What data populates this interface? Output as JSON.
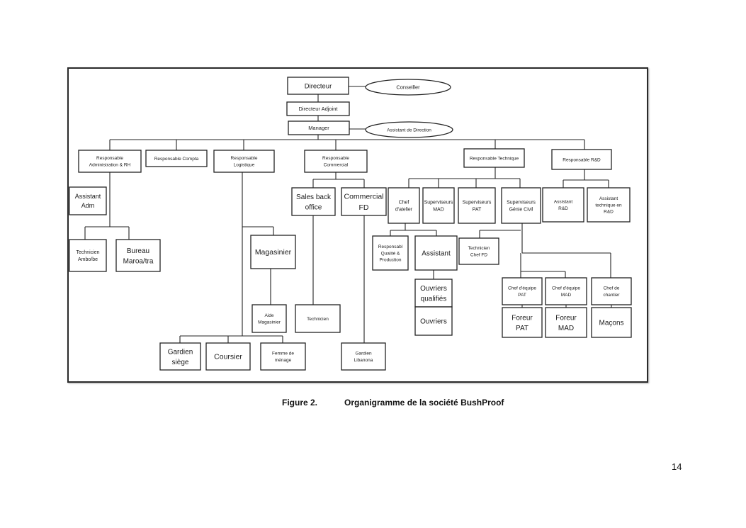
{
  "figure": {
    "label": "Figure 2.",
    "caption": "Organigramme de la société BushProof"
  },
  "page_number": "14",
  "orgchart": {
    "nodes": {
      "directeur": [
        "Directeur"
      ],
      "conseiller": [
        "Conseiller"
      ],
      "directeur_adjoint": [
        "Directeur Adjoint"
      ],
      "manager": [
        "Manager"
      ],
      "assistant_direction": [
        "Assistant de Direction"
      ],
      "resp_admin_rh": [
        "Responsable",
        "Administration & RH"
      ],
      "resp_compta": [
        "Responsable Compta"
      ],
      "resp_logistique": [
        "Responsable",
        "Logistique"
      ],
      "resp_commercial": [
        "Responsable",
        "Commercial"
      ],
      "resp_technique": [
        "Responsable Technique"
      ],
      "resp_rd": [
        "Responsable R&D"
      ],
      "assistant_adm": [
        "Assistant",
        "Adm"
      ],
      "technicien_ambo": [
        "Technicien",
        "Ambo/be"
      ],
      "bureau_maroa": [
        "Bureau",
        "Maroa/tra"
      ],
      "magasinier": [
        "Magasinier"
      ],
      "aide_magasinier": [
        "Aide",
        "Magasinier"
      ],
      "gardien_siege": [
        "Gardien",
        "siège"
      ],
      "coursier": [
        "Coursier"
      ],
      "femme_menage": [
        "Femme de",
        "ménage"
      ],
      "sales_back_office": [
        "Sales back",
        "office"
      ],
      "commercial_fd": [
        "Commercial",
        "FD"
      ],
      "technicien_commercial": [
        "Technicien"
      ],
      "gardien_libanona": [
        "Gardien",
        "Libanona"
      ],
      "chef_atelier": [
        "Chef",
        "d'atelier"
      ],
      "superviseurs_mad": [
        "Superviseurs",
        "MAD"
      ],
      "superviseurs_pat": [
        "Superviseurs",
        "PAT"
      ],
      "superviseurs_genie_civil": [
        "Superviseurs",
        "Génie Civil"
      ],
      "responsable_qualite": [
        "Responsabl",
        "Qualité &",
        "Production"
      ],
      "assistant_tech": [
        "Assistant"
      ],
      "technicien_chef_fd": [
        "Technicien",
        "Chef FD"
      ],
      "ouvriers_qualifies": [
        "Ouvriers",
        "qualifiés"
      ],
      "ouvriers": [
        "Ouvriers"
      ],
      "chef_equipe_pat": [
        "Chef d'équipe",
        "PAT"
      ],
      "chef_equipe_mad": [
        "Chef d'équipe",
        "MAD"
      ],
      "chef_chantier": [
        "Chef de",
        "chantier"
      ],
      "foreur_pat": [
        "Foreur",
        "PAT"
      ],
      "foreur_mad": [
        "Foreur",
        "MAD"
      ],
      "macons": [
        "Maçons"
      ],
      "assistant_rd": [
        "Assistant",
        "R&D"
      ],
      "assistant_tech_rd": [
        "Assistant",
        "technique en",
        "R&D"
      ]
    }
  }
}
